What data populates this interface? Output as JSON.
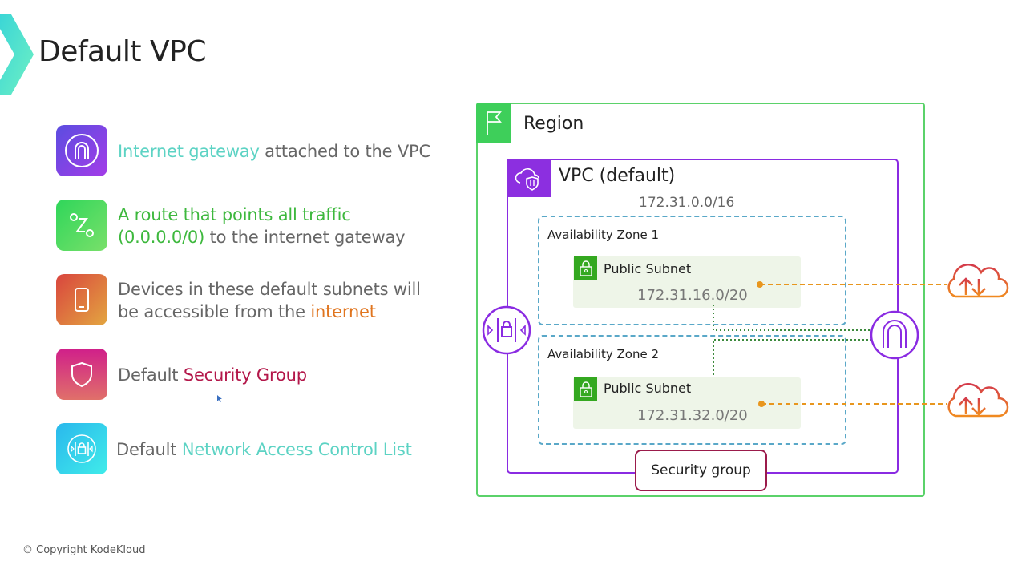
{
  "slide": {
    "title": "Default VPC",
    "copyright": "© Copyright KodeKloud"
  },
  "items": [
    {
      "icon": "internet-gateway-icon",
      "parts": [
        {
          "text": "Internet gateway",
          "tone": "teal"
        },
        {
          "text": " attached to the VPC",
          "tone": "gray"
        }
      ]
    },
    {
      "icon": "route-icon",
      "line1": "A route that points all traffic",
      "line2_highlight": "(0.0.0.0/0)",
      "line2_rest": " to the internet gateway"
    },
    {
      "icon": "mobile-device-icon",
      "line1": "Devices in these default subnets will",
      "line2_rest": "be accessible from the ",
      "line2_highlight": "internet"
    },
    {
      "icon": "shield-icon",
      "prefix": "Default ",
      "highlight": "Security Group"
    },
    {
      "icon": "network-acl-icon",
      "prefix": "Default ",
      "highlight": "Network Access Control List"
    }
  ],
  "diagram": {
    "region_label": "Region",
    "vpc_label": "VPC (default)",
    "vpc_cidr": "172.31.0.0/16",
    "zones": [
      {
        "label": "Availability Zone 1",
        "subnet_label": "Public Subnet",
        "subnet_cidr": "172.31.16.0/20"
      },
      {
        "label": "Availability Zone 2",
        "subnet_label": "Public Subnet",
        "subnet_cidr": "172.31.32.0/20"
      }
    ],
    "security_group_label": "Security group"
  },
  "colors": {
    "teal": "#5dd3c4",
    "green": "#3db83d",
    "orange": "#e0751f",
    "crimson": "#b3174a",
    "region_border": "#5bd26a",
    "vpc_border": "#8a2be2",
    "az_border": "#5aa8c8"
  }
}
